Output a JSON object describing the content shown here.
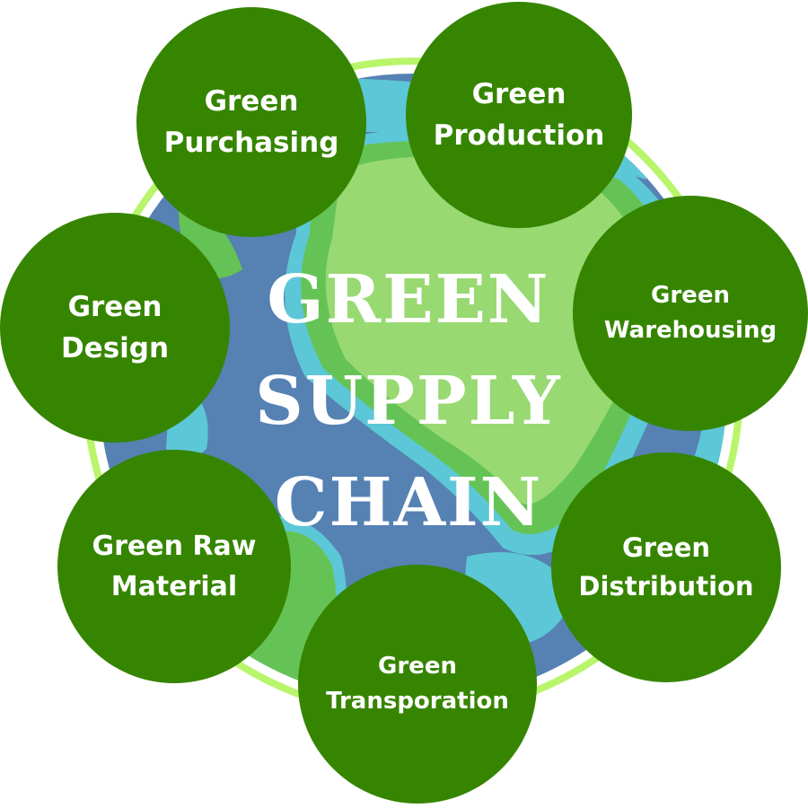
{
  "title": {
    "lines": [
      "GREEN",
      "SUPPLY",
      "CHAIN"
    ]
  },
  "colors": {
    "node_fill": "#368500",
    "node_text": "#ffffff",
    "outer_ring": "#b9f56b",
    "ocean_dark": "#5681b3",
    "ocean_light": "#5cc7d6",
    "land_mid": "#65c355",
    "land_light": "#98d972"
  },
  "nodes": [
    {
      "id": "purchasing",
      "line1": "Green",
      "line2": "Purchasing"
    },
    {
      "id": "production",
      "line1": "Green",
      "line2": "Production"
    },
    {
      "id": "warehousing",
      "line1": "Green",
      "line2": "Warehousing"
    },
    {
      "id": "distribution",
      "line1": "Green",
      "line2": "Distribution"
    },
    {
      "id": "transporation",
      "line1": "Green",
      "line2": "Transporation"
    },
    {
      "id": "raw-material",
      "line1": "Green Raw",
      "line2": "Material"
    },
    {
      "id": "design",
      "line1": "Green",
      "line2": "Design"
    }
  ]
}
